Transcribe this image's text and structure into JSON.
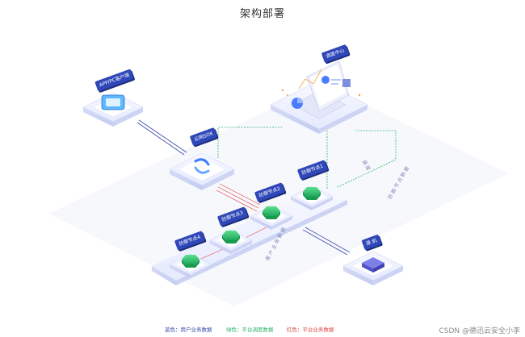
{
  "title": "架构部署",
  "nodes": {
    "client": "APP/PC客户端",
    "sdk": "云网SDK",
    "center": "调度中心",
    "defense1": "防御节点1",
    "defense2": "防御节点2",
    "defense3": "防御节点3",
    "defense4": "防御节点4",
    "source": "源 机"
  },
  "diagram_labels": {
    "dispatch_right": "调 度",
    "defense_data_right": "防 御 节 点 数 据",
    "biz_data_bottom": "客 户 业 务 数 据"
  },
  "legend": {
    "blue": "蓝色：用户业务数据",
    "green": "绿色：平台调度数据",
    "red": "红色：平台业务数据"
  },
  "colors": {
    "blue": "#3a4aa8",
    "green": "#2db36b",
    "red": "#e04545"
  },
  "watermark": "CSDN @德迅云安全小李"
}
